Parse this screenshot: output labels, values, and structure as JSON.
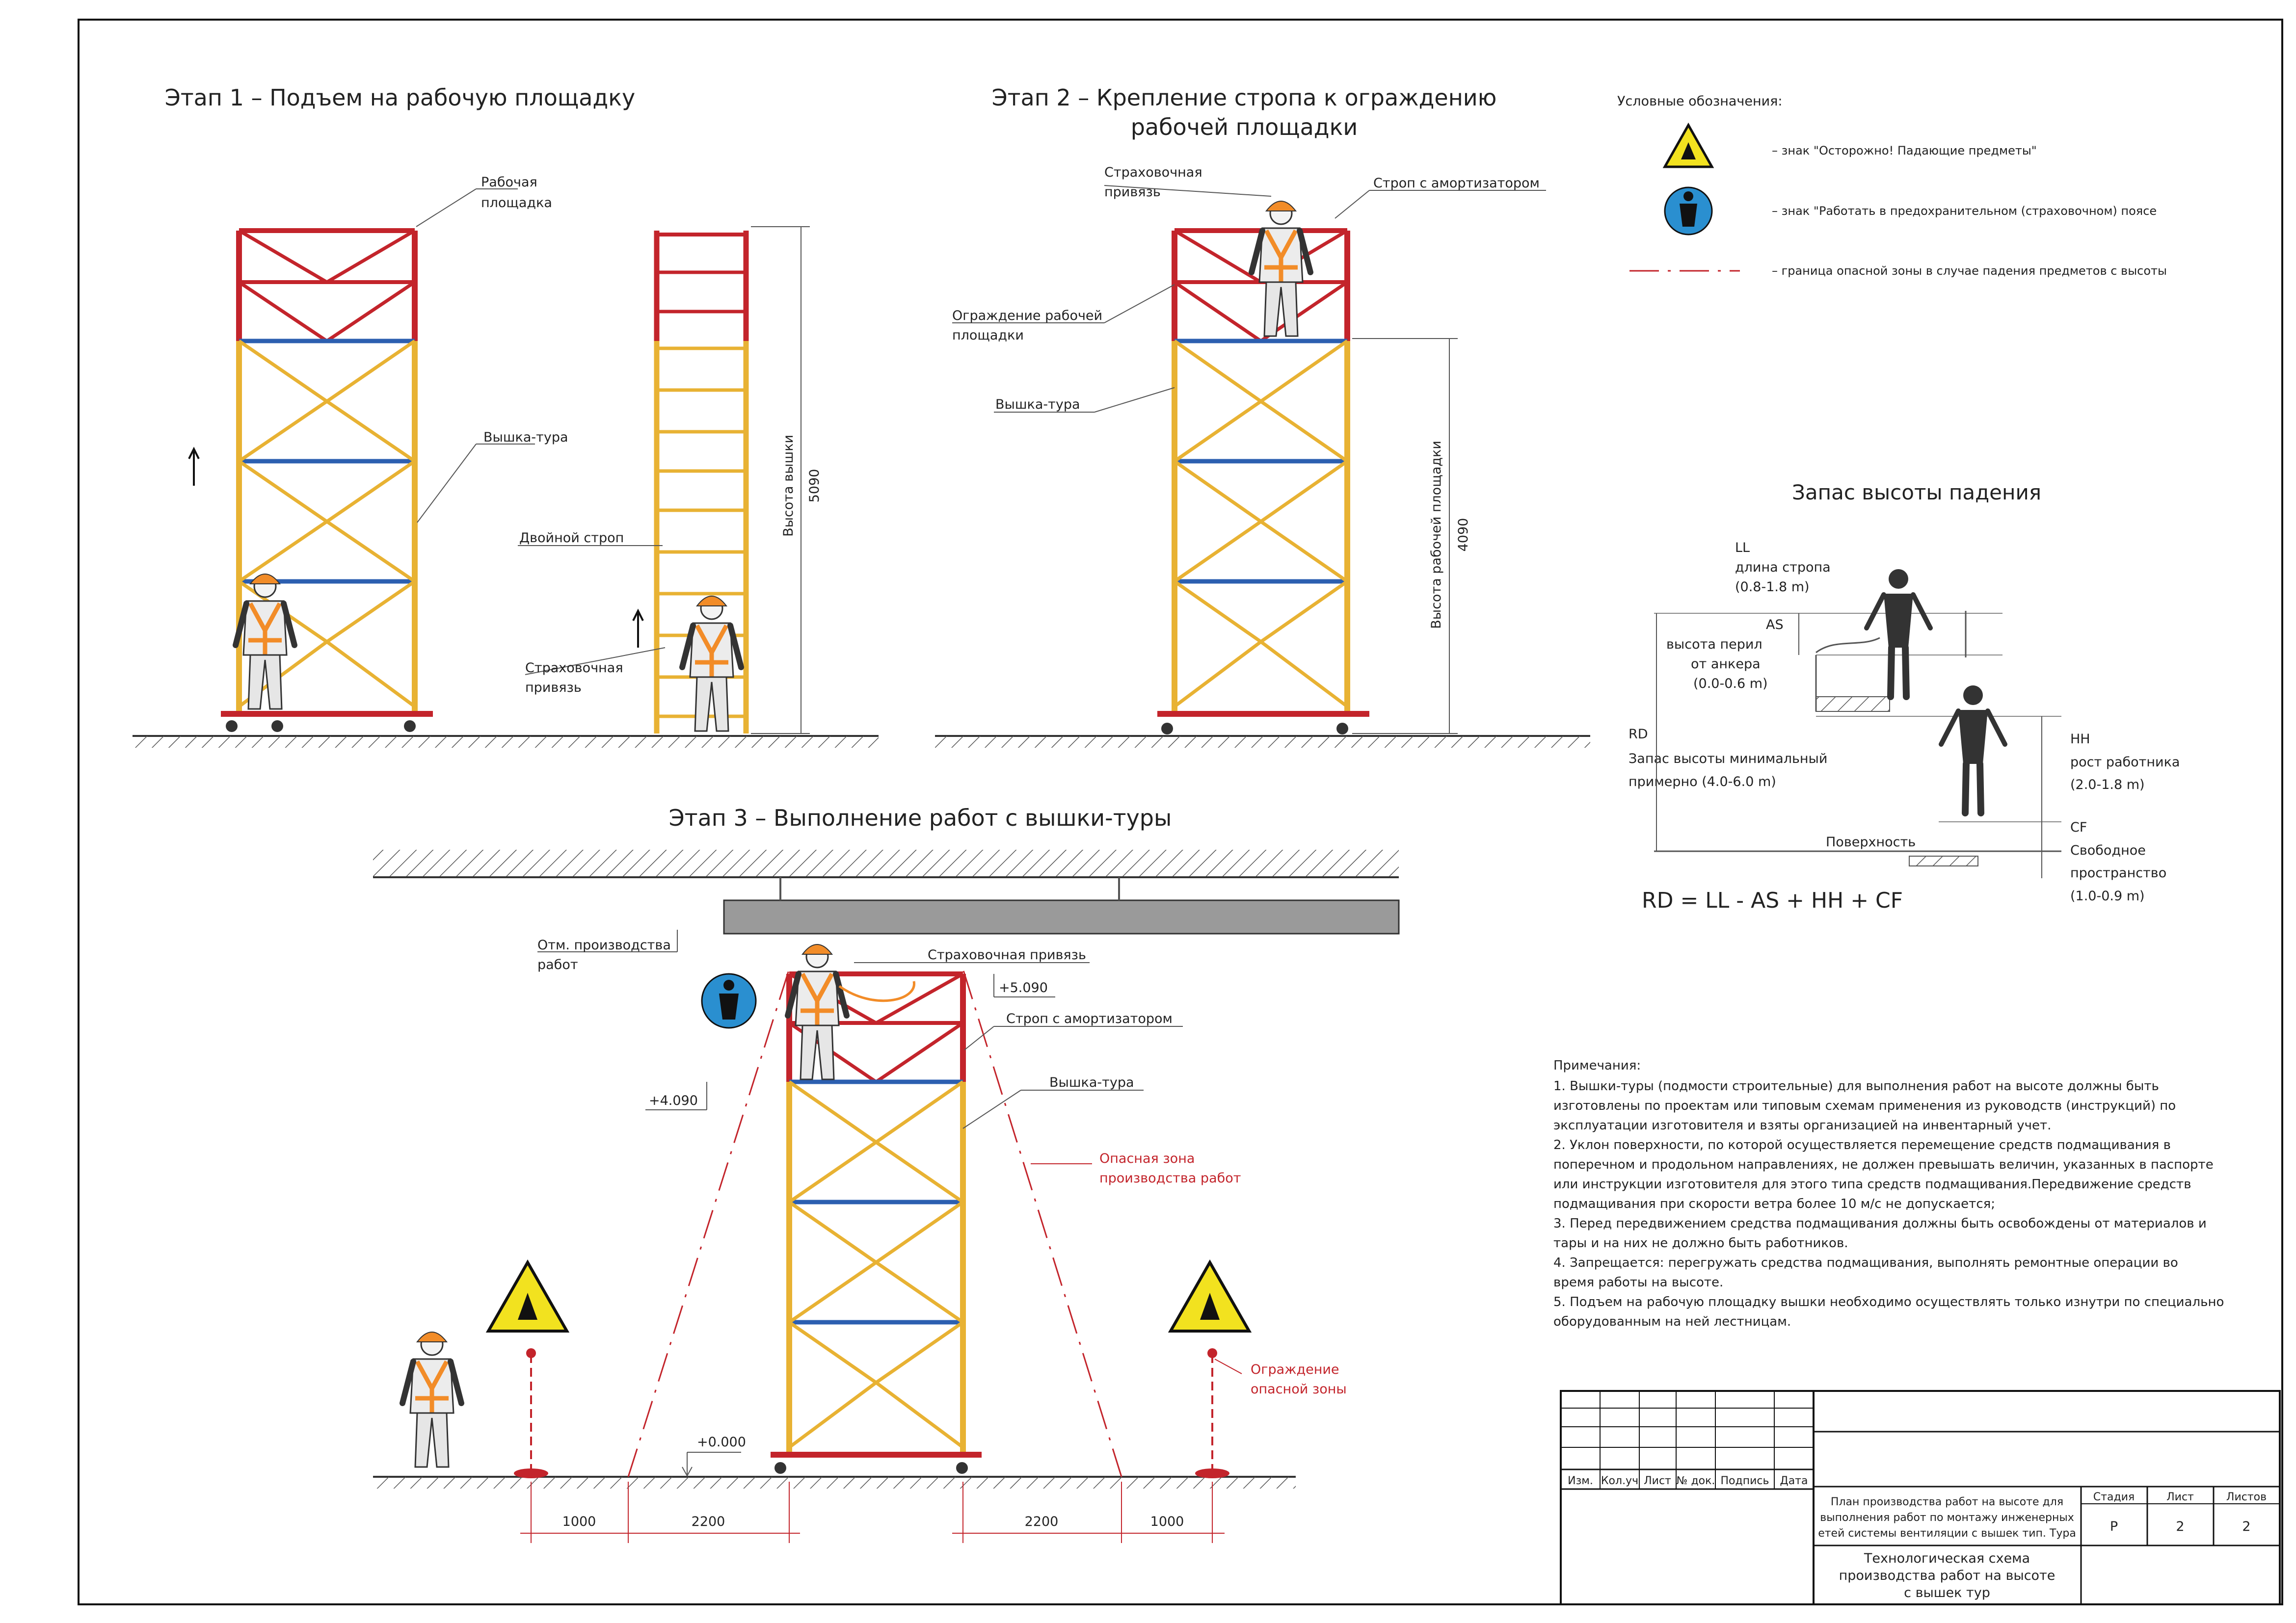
{
  "stages": {
    "s1_title": "Этап 1 – Подъем на рабочую площадку",
    "s2_title_line1": "Этап 2 – Крепление стропа к ограждению",
    "s2_title_line2": "рабочей площадки",
    "s3_title": "Этап 3 – Выполнение работ с вышки-туры"
  },
  "stage1": {
    "platform_line1": "Рабочая",
    "platform_line2": "площадка",
    "tower": "Вышка-тура",
    "double_sling": "Двойной строп",
    "harness_line1": "Страховочная",
    "harness_line2": "привязь",
    "height_label": "Высота вышки",
    "height_value": "5090"
  },
  "stage2": {
    "harness_line1": "Страховочная",
    "harness_line2": "привязь",
    "sling": "Строп с амортизатором",
    "guard_line1": "Ограждение рабочей",
    "guard_line2": "площадки",
    "tower": "Вышка-тура",
    "height_label": "Высота рабочей площадки",
    "height_value": "4090"
  },
  "legend": {
    "title": "Условные обозначения:",
    "item1": "– знак \"Осторожно! Падающие предметы\"",
    "item2": "– знак \"Работать в предохранительном (страховочном) поясе",
    "item3": "– граница опасной зоны в случае падения предметов с высоты"
  },
  "fall": {
    "title": "Запас высоты падения",
    "ll": "LL",
    "ll_desc": "длина стропа",
    "ll_range": "(0.8-1.8 m)",
    "as": "AS",
    "as_desc1": "высота перил",
    "as_desc2": "от анкера",
    "as_range": "(0.0-0.6 m)",
    "rd": "RD",
    "rd_desc1": "Запас высоты минимальный",
    "rd_desc2": "примерно (4.0-6.0 m)",
    "hh": "HH",
    "hh_desc": "рост работника",
    "hh_range": "(2.0-1.8 m)",
    "cf": "CF",
    "cf_desc1": "Свободное",
    "cf_desc2": "пространство",
    "cf_range": "(1.0-0.9 m)",
    "surface": "Поверхность",
    "formula": "RD = LL - AS + HH + CF"
  },
  "stage3": {
    "mark_line1": "Отм. производства",
    "mark_line2": "работ",
    "harness": "Страховочная привязь",
    "elev_top": "+5.090",
    "sling": "Строп с амортизатором",
    "elev_mid": "+4.090",
    "tower": "Вышка-тура",
    "zone_line1": "Опасная зона",
    "zone_line2": "производства работ",
    "fence_line1": "Ограждение",
    "fence_line2": "опасной зоны",
    "elev_zero": "+0.000",
    "dim1": "1000",
    "dim2": "2200",
    "dim3": "2200",
    "dim4": "1000"
  },
  "notes": {
    "title": "Примечания:",
    "lines": [
      "1.  Вышки-туры (подмости строительные) для выполнения работ на высоте должны быть",
      "изготовлены по проектам или типовым схемам применения из руководств (инструкций) по",
      "эксплуатации изготовителя и взяты организацией на инвентарный учет.",
      "2.  Уклон поверхности, по которой осуществляется перемещение средств подмащивания в",
      "поперечном и продольном направлениях, не должен превышать величин, указанных в паспорте",
      "или инструкции изготовителя для этого типа средств подмащивания.Передвижение средств",
      "подмащивания при скорости ветра более 10 м/с не допускается;",
      "3.  Перед передвижением средства подмащивания должны быть освобождены от материалов и",
      "тары и на них не должно быть работников.",
      "4.  Запрещается: перегружать средства подмащивания, выполнять ремонтные операции во",
      "время работы на высоте.",
      "5.  Подъем на рабочую площадку вышки необходимо осуществлять только изнутри по специально",
      "оборудованным на ней лестницам."
    ]
  },
  "title_block": {
    "cols": [
      "Изм.",
      "Кол.уч",
      "Лист",
      "№ док.",
      "Подпись",
      "Дата"
    ],
    "project_lines": [
      "План производства работ на высоте для",
      "выполнения работ по монтажу инженерных",
      "етей системы вентиляции с вышек тип. Тура"
    ],
    "stage_label": "Стадия",
    "sheet_label": "Лист",
    "sheets_label": "Листов",
    "stage_value": "Р",
    "sheet_value": "2",
    "sheets_value": "2",
    "drawing_lines": [
      "Технологическая схема",
      "производства работ на высоте",
      "с вышек тур"
    ]
  },
  "colors": {
    "frame_red": "#c3242b",
    "frame_yellow": "#e8b233",
    "brace_blue": "#2c5fb0",
    "harness_orange": "#f28c28",
    "zone_red": "#c3242b"
  }
}
